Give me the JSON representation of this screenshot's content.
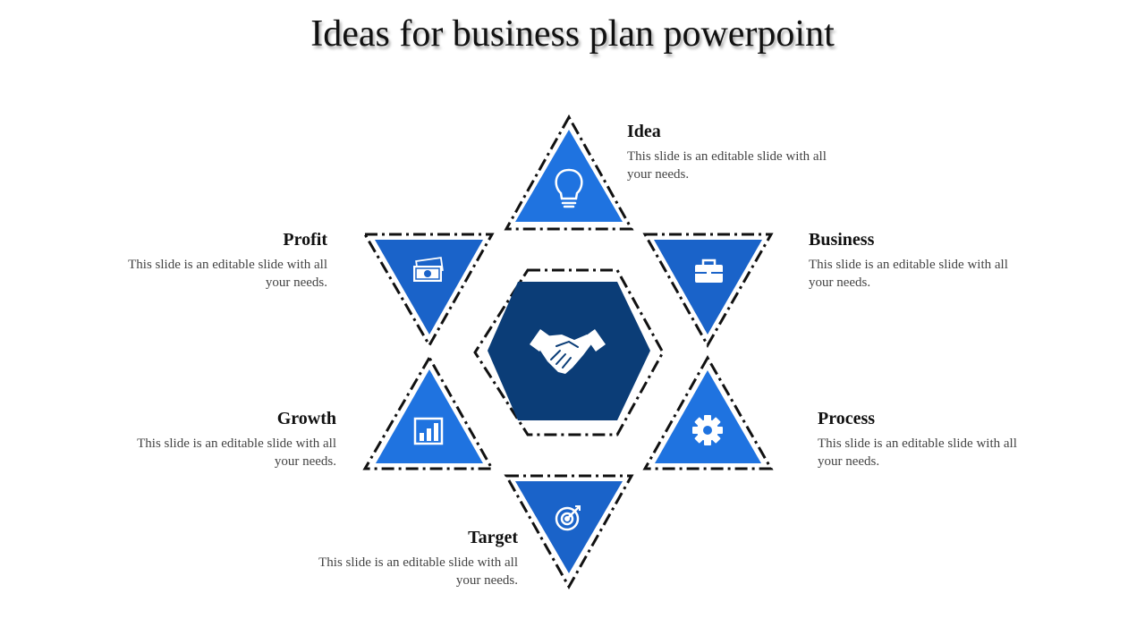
{
  "title": "Ideas for business plan powerpoint",
  "colors": {
    "triangle_light": "#1f73e0",
    "triangle_mid": "#1a63c9",
    "hexagon": "#0b3d77",
    "outline": "#111111",
    "icon": "#ffffff"
  },
  "center": {
    "icon": "handshake-icon"
  },
  "items": {
    "idea": {
      "heading": "Idea",
      "body": "This slide is an editable slide with all your needs.",
      "icon": "lightbulb-icon"
    },
    "business": {
      "heading": "Business",
      "body": "This slide is an editable slide with all your needs.",
      "icon": "briefcase-icon"
    },
    "process": {
      "heading": "Process",
      "body": "This slide is an editable slide with all your needs.",
      "icon": "gear-icon"
    },
    "target": {
      "heading": "Target",
      "body": "This slide is an editable slide with all your needs.",
      "icon": "target-icon"
    },
    "growth": {
      "heading": "Growth",
      "body": "This slide is an editable slide with all your needs.",
      "icon": "bar-chart-icon"
    },
    "profit": {
      "heading": "Profit",
      "body": "This slide is an editable slide with all your needs.",
      "icon": "money-icon"
    }
  }
}
